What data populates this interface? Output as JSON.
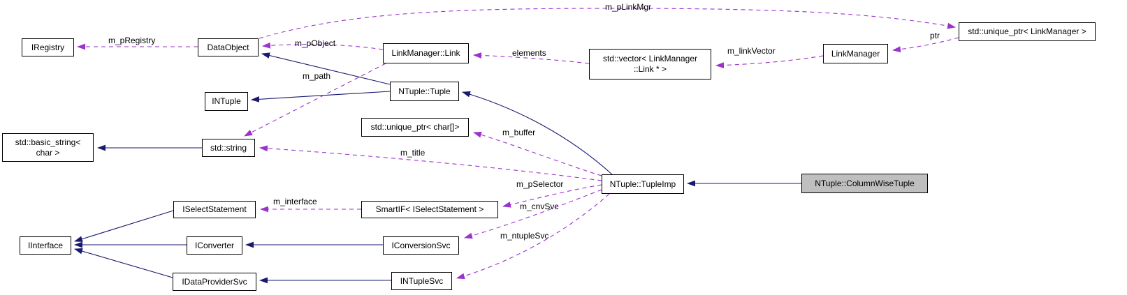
{
  "diagram": {
    "kind": "doxygen-collaboration-graph",
    "focus_node": "NTuple::ColumnWiseTuple",
    "colors": {
      "inheritance_edge": "#191970",
      "usage_edge": "#9a32cd",
      "node_border": "#000000",
      "node_fill": "#ffffff",
      "focus_node_fill": "#bfbfbf",
      "text": "#000000"
    },
    "nodes": {
      "iregistry": {
        "label": "IRegistry"
      },
      "dataobject": {
        "label": "DataObject"
      },
      "lmlink": {
        "label": "LinkManager::Link"
      },
      "tuple": {
        "label": "NTuple::Tuple"
      },
      "intuple": {
        "label": "INTuple"
      },
      "vectorlink": {
        "label": "std::vector< LinkManager\n::Link * >"
      },
      "linkmanager": {
        "label": "LinkManager"
      },
      "uptrlm": {
        "label": "std::unique_ptr< LinkManager >"
      },
      "uptrchar": {
        "label": "std::unique_ptr< char[]>"
      },
      "basicstring": {
        "label": "std::basic_string<\nchar >"
      },
      "stdstring": {
        "label": "std::string"
      },
      "tupleimp": {
        "label": "NTuple::TupleImp"
      },
      "cwt": {
        "label": "NTuple::ColumnWiseTuple"
      },
      "iselect": {
        "label": "ISelectStatement"
      },
      "smartif": {
        "label": "SmartIF< ISelectStatement >"
      },
      "iinterface": {
        "label": "IInterface"
      },
      "iconverter": {
        "label": "IConverter"
      },
      "iconvsvc": {
        "label": "IConversionSvc"
      },
      "idps": {
        "label": "IDataProviderSvc"
      },
      "intuplesvc": {
        "label": "INTupleSvc"
      }
    },
    "edge_labels": {
      "m_pRegistry": "m_pRegistry",
      "m_pObject": "m_pObject",
      "m_path": "m_path",
      "m_pLinkMgr": "m_pLinkMgr",
      "elements": "elements",
      "m_linkVector": "m_linkVector",
      "ptr": "ptr",
      "m_buffer": "m_buffer",
      "m_title": "m_title",
      "m_pSelector": "m_pSelector",
      "m_cnvSvc": "m_cnvSvc",
      "m_ntupleSvc": "m_ntupleSvc",
      "m_interface": "m_interface"
    },
    "edges": [
      {
        "from": "std::string",
        "to": "std::basic_string< char >",
        "type": "inheritance"
      },
      {
        "from": "NTuple::Tuple",
        "to": "DataObject",
        "type": "inheritance"
      },
      {
        "from": "NTuple::Tuple",
        "to": "INTuple",
        "type": "inheritance"
      },
      {
        "from": "NTuple::TupleImp",
        "to": "NTuple::Tuple",
        "type": "inheritance"
      },
      {
        "from": "NTuple::ColumnWiseTuple",
        "to": "NTuple::TupleImp",
        "type": "inheritance"
      },
      {
        "from": "ISelectStatement",
        "to": "IInterface",
        "type": "inheritance"
      },
      {
        "from": "IConverter",
        "to": "IInterface",
        "type": "inheritance"
      },
      {
        "from": "IDataProviderSvc",
        "to": "IInterface",
        "type": "inheritance"
      },
      {
        "from": "IConversionSvc",
        "to": "IConverter",
        "type": "inheritance"
      },
      {
        "from": "INTupleSvc",
        "to": "IDataProviderSvc",
        "type": "inheritance"
      },
      {
        "from": "DataObject",
        "to": "IRegistry",
        "label": "m_pRegistry",
        "type": "usage"
      },
      {
        "from": "LinkManager::Link",
        "to": "DataObject",
        "label": "m_pObject",
        "type": "usage"
      },
      {
        "from": "LinkManager::Link",
        "to": "std::string",
        "label": "m_path",
        "type": "usage"
      },
      {
        "from": "DataObject",
        "to": "std::unique_ptr< LinkManager >",
        "label": "m_pLinkMgr",
        "type": "usage"
      },
      {
        "from": "std::vector< LinkManager::Link * >",
        "to": "LinkManager::Link",
        "label": "elements",
        "type": "usage"
      },
      {
        "from": "LinkManager",
        "to": "std::vector< LinkManager::Link * >",
        "label": "m_linkVector",
        "type": "usage"
      },
      {
        "from": "std::unique_ptr< LinkManager >",
        "to": "LinkManager",
        "label": "ptr",
        "type": "usage"
      },
      {
        "from": "NTuple::TupleImp",
        "to": "std::unique_ptr< char[]>",
        "label": "m_buffer",
        "type": "usage"
      },
      {
        "from": "NTuple::TupleImp",
        "to": "std::string",
        "label": "m_title",
        "type": "usage"
      },
      {
        "from": "NTuple::TupleImp",
        "to": "SmartIF< ISelectStatement >",
        "label": "m_pSelector",
        "type": "usage"
      },
      {
        "from": "NTuple::TupleImp",
        "to": "IConversionSvc",
        "label": "m_cnvSvc",
        "type": "usage"
      },
      {
        "from": "NTuple::TupleImp",
        "to": "INTupleSvc",
        "label": "m_ntupleSvc",
        "type": "usage"
      },
      {
        "from": "SmartIF< ISelectStatement >",
        "to": "ISelectStatement",
        "label": "m_interface",
        "type": "usage"
      }
    ]
  }
}
